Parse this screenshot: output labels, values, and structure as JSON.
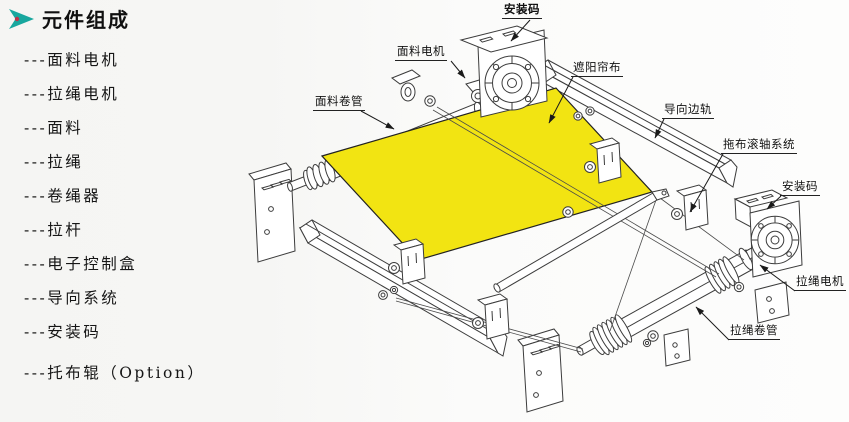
{
  "sidebar": {
    "title": "元件组成",
    "items": [
      {
        "label": "---面料电机"
      },
      {
        "label": "---拉绳电机"
      },
      {
        "label": "---面料"
      },
      {
        "label": "---拉绳"
      },
      {
        "label": "---卷绳器"
      },
      {
        "label": "---拉杆"
      },
      {
        "label": "---电子控制盒"
      },
      {
        "label": "---导向系统"
      },
      {
        "label": "---安装码"
      },
      {
        "label": "---托布辊（Option）"
      }
    ]
  },
  "diagram": {
    "callouts": [
      {
        "id": "mount-bracket-top",
        "label": "安装码"
      },
      {
        "id": "fabric-motor",
        "label": "面料电机"
      },
      {
        "id": "shade-curtain-fabric",
        "label": "遮阳帘布"
      },
      {
        "id": "fabric-roll-tube",
        "label": "面料卷管"
      },
      {
        "id": "guide-side-rail",
        "label": "导向边轨"
      },
      {
        "id": "cloth-roller-system",
        "label": "拖布滚轴系统"
      },
      {
        "id": "mount-bracket-right",
        "label": "安装码"
      },
      {
        "id": "cord-motor",
        "label": "拉绳电机"
      },
      {
        "id": "cord-roll-tube",
        "label": "拉绳卷管"
      }
    ],
    "colors": {
      "fabric_fill": "#F2E412",
      "line": "#3c3c3c",
      "icon_teal": "#18A79E",
      "icon_red": "#C0314A"
    }
  }
}
